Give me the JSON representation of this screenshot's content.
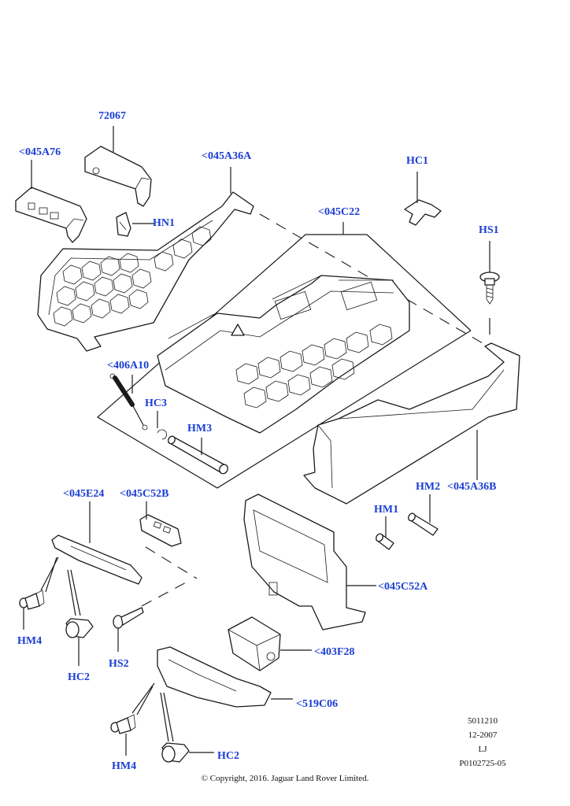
{
  "callouts": {
    "c72067": "72067",
    "c045A76": "<045A76",
    "c045A36A": "<045A36A",
    "cHC1": "HC1",
    "cHN1": "HN1",
    "c045C22": "<045C22",
    "cHS1": "HS1",
    "c406A10": "<406A10",
    "cHC3": "HC3",
    "cHM3": "HM3",
    "c045E24": "<045E24",
    "c045C52B": "<045C52B",
    "cHM2": "HM2",
    "c045A36B": "<045A36B",
    "cHM1": "HM1",
    "c045C52A": "<045C52A",
    "cHM4a": "HM4",
    "cHC2a": "HC2",
    "cHS2": "HS2",
    "c403F28": "<403F28",
    "c519C06": "<519C06",
    "cHM4b": "HM4",
    "cHC2b": "HC2"
  },
  "meta": {
    "code": "5011210",
    "date": "12-2007",
    "initials": "LJ",
    "ref": "P0102725-05"
  },
  "copyright": "© Copyright, 2016. Jaguar Land Rover Limited.",
  "colors": {
    "callout": "#1a3ed4",
    "line": "#1a1a1a"
  }
}
